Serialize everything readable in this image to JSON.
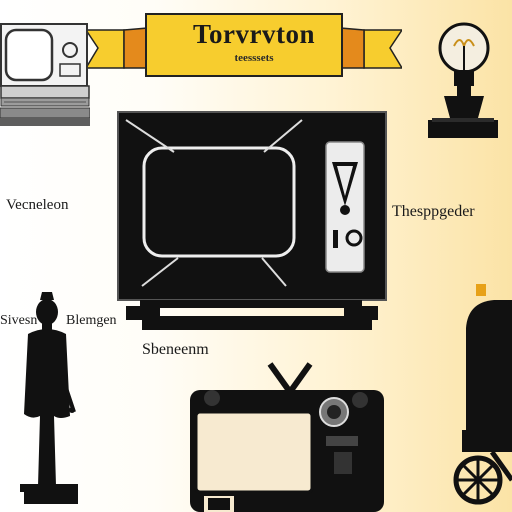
{
  "banner": {
    "title": "Torvrvton",
    "subtitle": "teesssets"
  },
  "captions": {
    "left_top": "Vecneleon",
    "right_middle": "Thesppgeder",
    "left_lower_a": "Sivesn",
    "left_lower_b": "Blemgen",
    "center_lower": "Sbeneenm"
  },
  "colors": {
    "banner_yellow": "#f7cd2e",
    "banner_ribbon": "#e48a1c",
    "ink": "#111111"
  }
}
